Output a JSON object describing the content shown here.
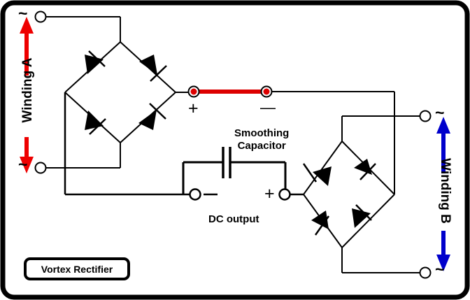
{
  "diagram": {
    "title": "Vortex Rectifier",
    "border_color": "#000000",
    "wire_color": "#000000",
    "link_color": "#cc0000",
    "winding_b_arrow_color": "#0000cc",
    "winding_a_arrow_color": "#ee0000"
  },
  "windings": {
    "a": {
      "label": "Winding A",
      "arrow_color": "#ee0000",
      "terminal_top_symbol": "~",
      "terminal_bottom_symbol": "~"
    },
    "b": {
      "label": "Winding B",
      "arrow_color": "#0000cc",
      "terminal_top_symbol": "~",
      "terminal_bottom_symbol": "~"
    }
  },
  "bridges": {
    "left": {
      "name": "bridge-rectifier-a",
      "diode_count": 4
    },
    "right": {
      "name": "bridge-rectifier-b",
      "diode_count": 4
    }
  },
  "link": {
    "plus_sign": "+",
    "minus_sign": "—"
  },
  "capacitor": {
    "label_line1": "Smoothing",
    "label_line2": "Capacitor"
  },
  "output": {
    "label": "DC output",
    "negative_sign": "—",
    "positive_sign": "+"
  }
}
